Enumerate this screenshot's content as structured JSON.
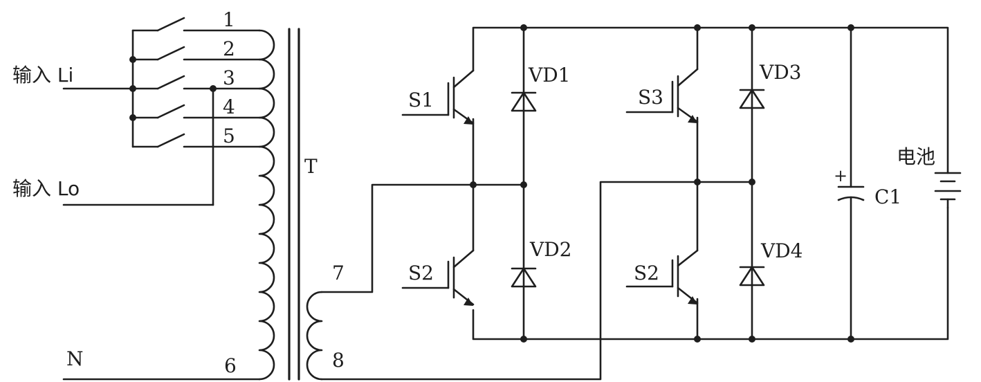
{
  "labels": {
    "input_li": "输入 Li",
    "input_lo": "输入 Lo",
    "neutral": "N",
    "tap1": "1",
    "tap2": "2",
    "tap3": "3",
    "tap4": "4",
    "tap5": "5",
    "tap6": "6",
    "sec7": "7",
    "sec8": "8",
    "transformer": "T",
    "s1": "S1",
    "s2_left": "S2",
    "s3": "S3",
    "s2_right": "S2",
    "vd1": "VD1",
    "vd2": "VD2",
    "vd3": "VD3",
    "vd4": "VD4",
    "c1": "C1",
    "cap_plus": "+",
    "battery": "电池"
  }
}
